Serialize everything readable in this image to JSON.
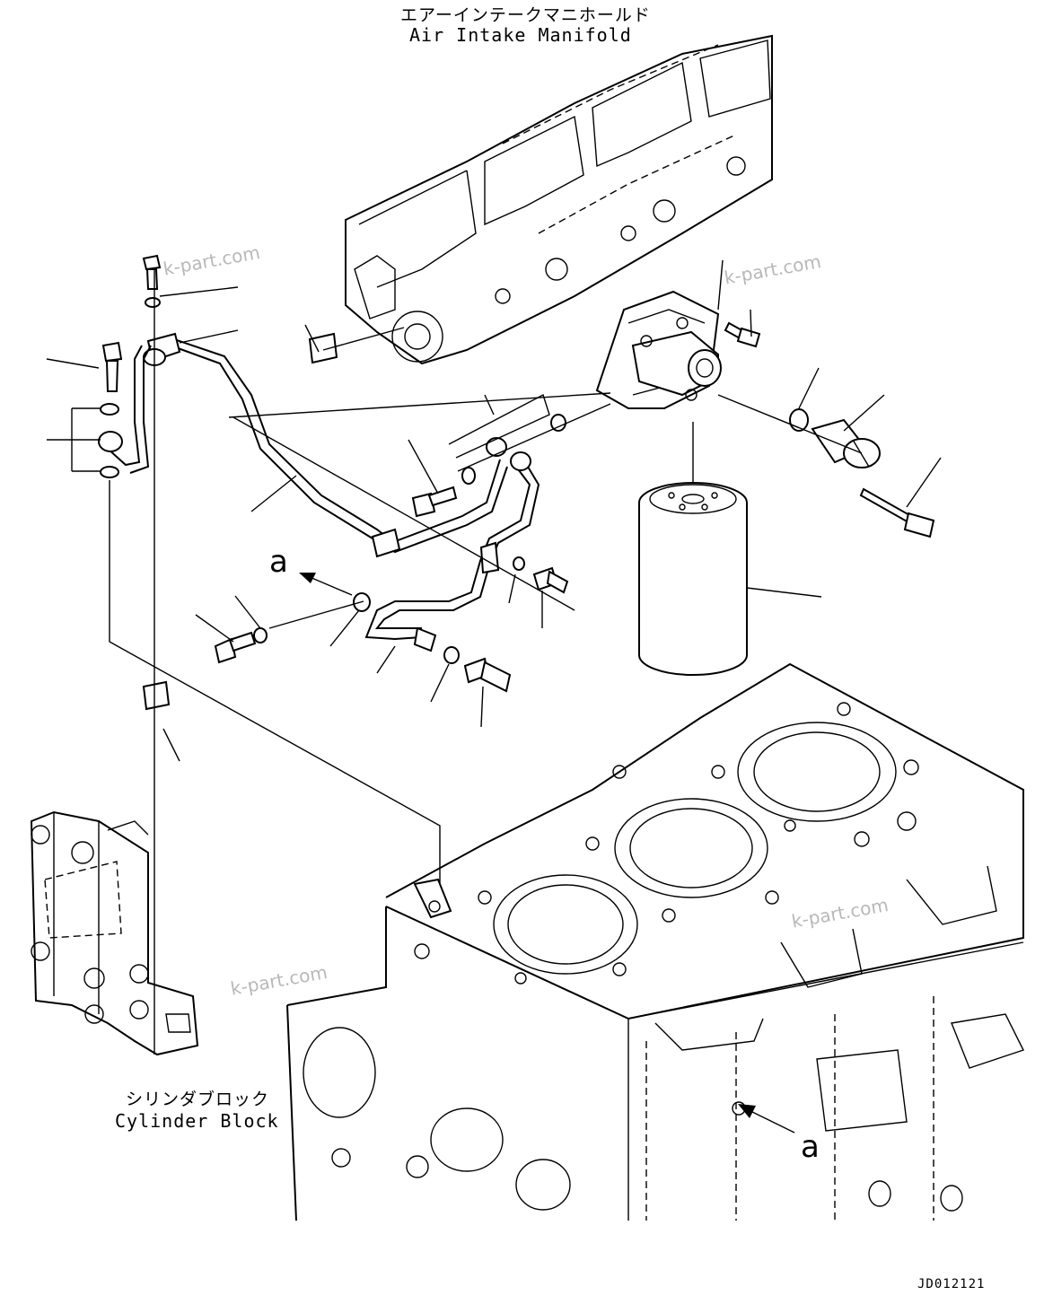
{
  "labels": {
    "manifold_jp": "エアーインテークマニホールド",
    "manifold_en": "Air Intake Manifold",
    "block_jp": "シリンダブロック",
    "block_en": "Cylinder Block",
    "ref_a_1": "a",
    "ref_a_2": "a",
    "drawing_code": "JD012121"
  },
  "watermarks": [
    "k-part.com",
    "k-part.com",
    "k-part.com",
    "k-part.com"
  ]
}
